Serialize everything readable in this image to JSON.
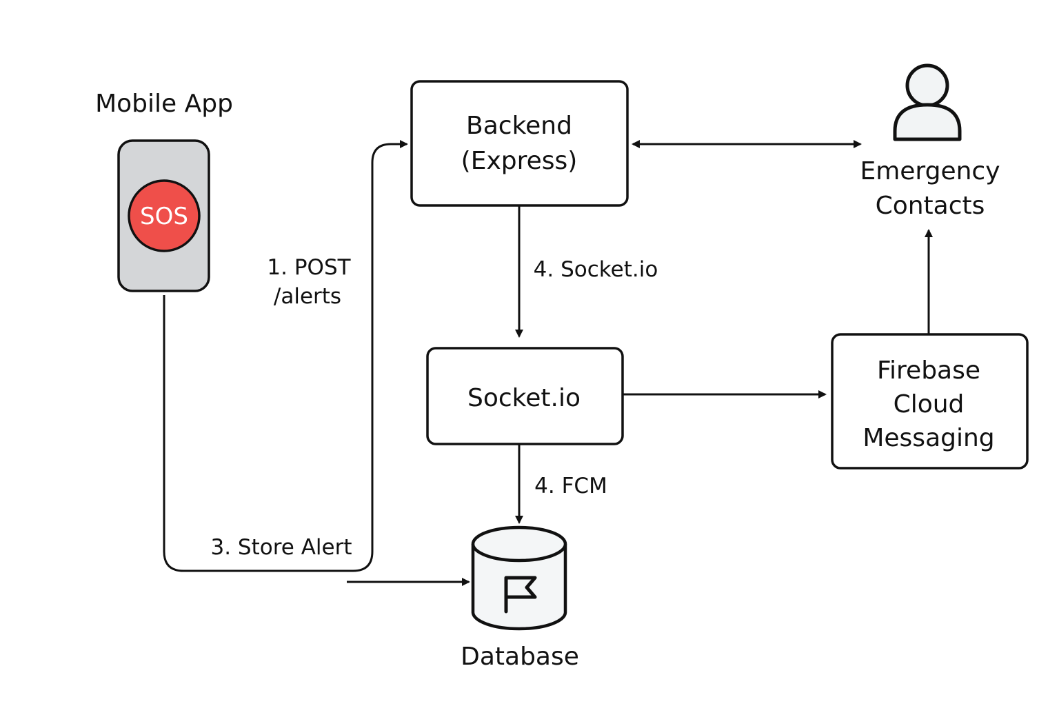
{
  "nodes": {
    "mobile_app": {
      "title": "Mobile App",
      "button_label": "SOS"
    },
    "backend": {
      "line1": "Backend",
      "line2": "(Express)"
    },
    "socketio": {
      "label": "Socket.io"
    },
    "firebase": {
      "line1": "Firebase",
      "line2": "Cloud",
      "line3": "Messaging"
    },
    "contacts": {
      "line1": "Emergency",
      "line2": "Contacts"
    },
    "database": {
      "label": "Database"
    }
  },
  "edges": {
    "post_alerts": {
      "line1": "1. POST",
      "line2": "/alerts"
    },
    "store_alert": {
      "label": "3. Store Alert"
    },
    "backend_to_socket": {
      "label": "4. Socket.io"
    },
    "socket_to_db": {
      "label": "4. FCM"
    }
  },
  "colors": {
    "stroke": "#111111",
    "phone_fill": "#d4d6d8",
    "sos_fill": "#ef4f4a",
    "db_fill": "#f4f6f7",
    "person_fill": "#f2f4f5"
  },
  "icons": {
    "phone": "mobile-phone-icon",
    "person": "person-icon",
    "database": "database-cylinder-icon",
    "flag": "flag-icon"
  }
}
